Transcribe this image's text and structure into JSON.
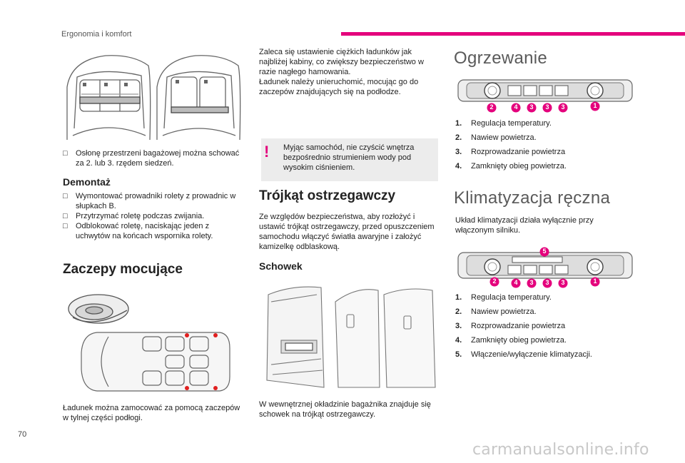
{
  "header": {
    "section": "Ergonomia i komfort"
  },
  "page_number": "70",
  "watermark": "carmanualsonline.info",
  "left": {
    "cover_bullet": "Osłonę przestrzeni bagażowej można schować za 2. lub 3. rzędem siedzeń.",
    "demontaz_title": "Demontaż",
    "demontaz_items": [
      "Wymontować prowadniki rolety z prowadnic w słupkach B.",
      "Przytrzymać roletę podczas zwijania.",
      "Odblokować roletę, naciskając jeden z uchwytów na końcach wspornika rolety."
    ],
    "zaczepy_title": "Zaczepy mocujące",
    "zaczepy_text": "Ładunek można zamocować za pomocą zaczepów w tylnej części podłogi."
  },
  "middle": {
    "intro_text": "Zaleca się ustawienie ciężkich ładunków jak najbliżej kabiny, co zwiększy bezpieczeństwo w razie nagłego hamowania.",
    "intro_text2": "Ładunek należy unieruchomić, mocując go do zaczepów znajdujących się na podłodze.",
    "warning_mark": "!",
    "warning_text": "Myjąc samochód, nie czyścić wnętrza bezpośrednio strumieniem wody pod wysokim ciśnieniem.",
    "trojkat_title": "Trójkąt ostrzegawczy",
    "trojkat_text": "Ze względów bezpieczeństwa, aby rozłożyć i ustawić trójkąt ostrzegawczy, przed opuszczeniem samochodu włączyć światła awaryjne i założyć kamizelkę odblaskową.",
    "schowek_title": "Schowek",
    "schowek_text": "W wewnętrznej okładzinie bagażnika znajduje się schowek na trójkąt ostrzegawczy."
  },
  "right": {
    "ogrzewanie_title": "Ogrzewanie",
    "ogrzewanie_items": [
      {
        "num": "1.",
        "label": "Regulacja temperatury."
      },
      {
        "num": "2.",
        "label": "Nawiew powietrza."
      },
      {
        "num": "3.",
        "label": "Rozprowadzanie powietrza"
      },
      {
        "num": "4.",
        "label": "Zamknięty obieg powietrza."
      }
    ],
    "klima_title": "Klimatyzacja ręczna",
    "klima_text": "Układ klimatyzacji działa wyłącznie przy włączonym silniku.",
    "klima_items": [
      {
        "num": "1.",
        "label": "Regulacja temperatury."
      },
      {
        "num": "2.",
        "label": "Nawiew powietrza."
      },
      {
        "num": "3.",
        "label": "Rozprowadzanie powietrza"
      },
      {
        "num": "4.",
        "label": "Zamknięty obieg powietrza."
      },
      {
        "num": "5.",
        "label": "Włączenie/wyłączenie klimatyzacji."
      }
    ],
    "panel1_callouts": [
      "2",
      "4",
      "3",
      "3",
      "3",
      "1"
    ],
    "panel2_callouts": [
      "5",
      "2",
      "4",
      "3",
      "3",
      "3",
      "1"
    ]
  },
  "colors": {
    "accent": "#e4007c",
    "warning_bg": "#ececec"
  }
}
